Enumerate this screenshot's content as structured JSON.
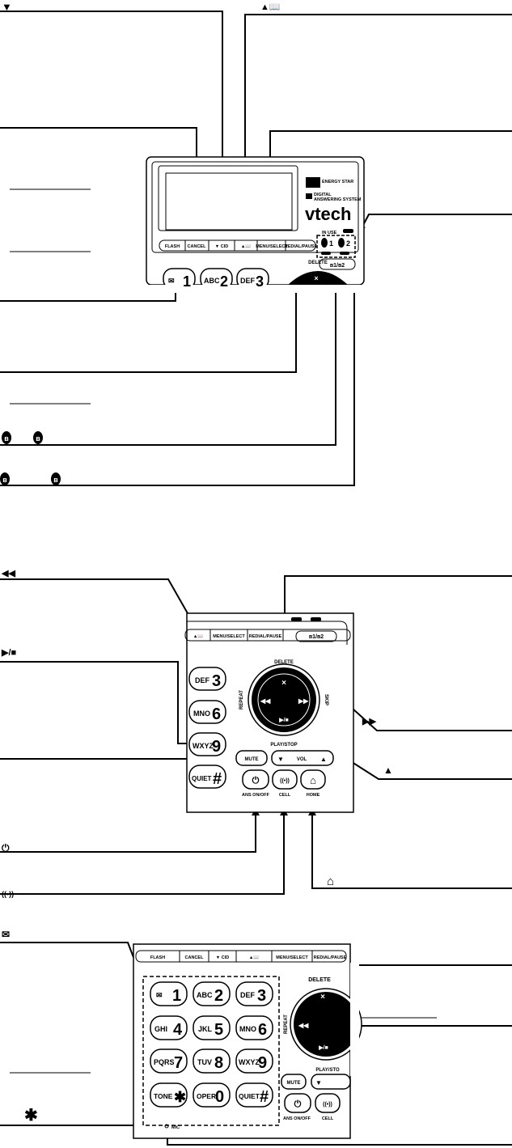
{
  "callouts": {
    "down_cid_icon": "▼",
    "up_dir_icon": "▲📖",
    "play_stop_icon": "▶/■",
    "rewind_icon": "◀◀",
    "skip_icon": "▶▶",
    "vol_down_icon": "▼",
    "vol_up_icon": "▲",
    "power_icon": "⏻",
    "cell_icon": "((•))",
    "home_icon": "⌂",
    "msg_icon": "✉",
    "star_icon": "✱",
    "bt_icon": "ʙ"
  },
  "base_top": {
    "brand": "vtech",
    "energy_label": "ENERGY STAR",
    "das_label_1": "DIGITAL",
    "das_label_2": "ANSWERING SYSTEM",
    "in_use_label": "IN USE",
    "bt1": "1",
    "bt2": "2",
    "buttons": [
      "FLASH",
      "CANCEL",
      "▼ CID",
      "▲📖",
      "MENU/SELECT",
      "REDIAL/PAUSE",
      "ʙ1/ʙ2"
    ],
    "delete_label": "DELETE"
  },
  "keys": [
    {
      "letters": "✉",
      "digit": "1"
    },
    {
      "letters": "ABC",
      "digit": "2"
    },
    {
      "letters": "DEF",
      "digit": "3"
    },
    {
      "letters": "GHI",
      "digit": "4"
    },
    {
      "letters": "JKL",
      "digit": "5"
    },
    {
      "letters": "MNO",
      "digit": "6"
    },
    {
      "letters": "PQRS",
      "digit": "7"
    },
    {
      "letters": "TUV",
      "digit": "8"
    },
    {
      "letters": "WXYZ",
      "digit": "9"
    },
    {
      "letters": "TONE",
      "digit": "✱"
    },
    {
      "letters": "OPER",
      "digit": "0"
    },
    {
      "letters": "QUIET",
      "digit": "#"
    }
  ],
  "base_mid": {
    "buttons": [
      "▲📖",
      "MENU/SELECT",
      "REDIAL/PAUSE",
      "ʙ1/ʙ2"
    ],
    "delete_label": "DELETE",
    "repeat_label": "REPEAT",
    "skip_label": "SKIP",
    "play_stop_label": "PLAY/STOP",
    "mute_label": "MUTE",
    "vol_label": "VOL",
    "ans_label": "ANS ON/OFF",
    "cell_label": "CELL",
    "home_label": "HOME"
  },
  "base_bottom": {
    "buttons": [
      "FLASH",
      "CANCEL",
      "▼ CID",
      "▲📖",
      "MENU/SELECT",
      "REDIAL/PAUSE"
    ],
    "delete_label": "DELETE",
    "repeat_label": "REPEAT",
    "play_stop_label": "PLAY/STO",
    "mute_label": "MUTE",
    "ans_label": "ANS ON/OFF",
    "cell_label": "CELL",
    "mic_label": "MIC"
  }
}
